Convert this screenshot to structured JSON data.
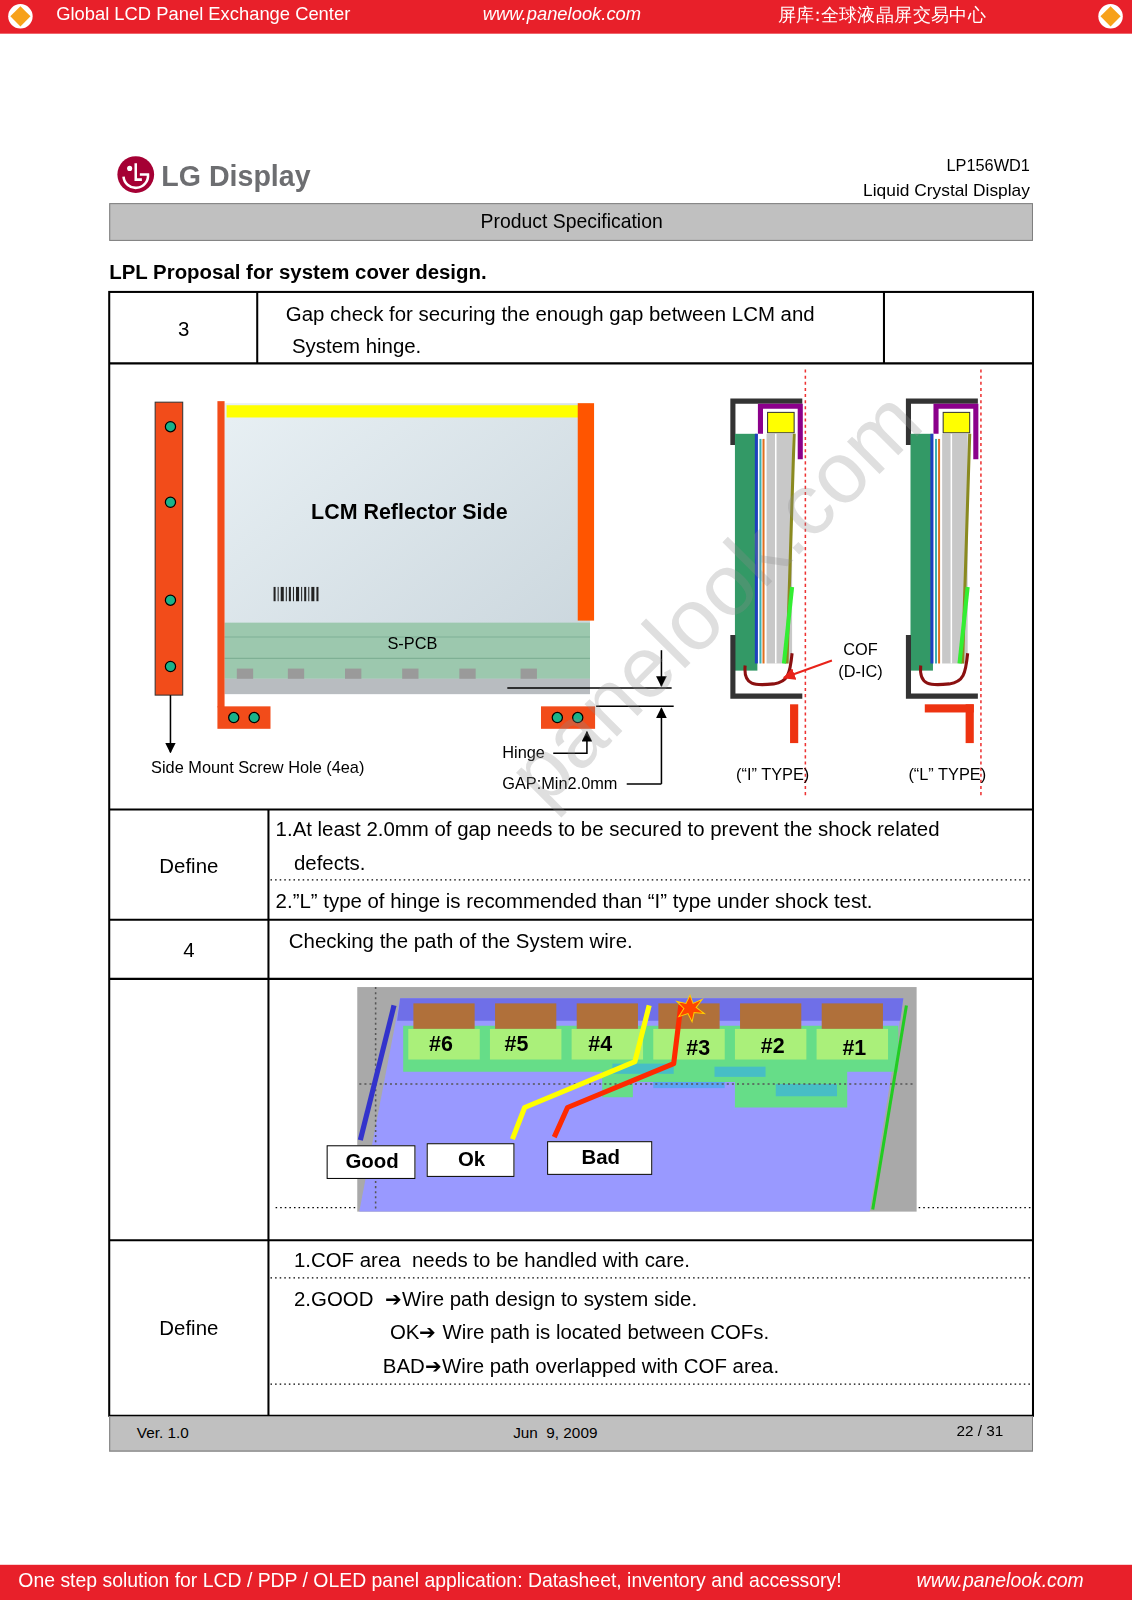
{
  "diagram": {
    "title": "LPL Proposal for system cover design.",
    "nodes": [
      {
        "text": [
          "Global LCD Panel Exchange Center",
          "www.panelook.com",
          "屏库:全球液晶屏交易中心"
        ]
      },
      {
        "text": [
          "Product Specification"
        ]
      },
      {
        "text": [
          "Good"
        ]
      },
      {
        "text": [
          "Ok"
        ]
      },
      {
        "text": [
          "Bad"
        ]
      },
      {
        "text": [
          "Ver. 1.0",
          "Jun  9, 2009",
          "22 / 31"
        ]
      },
      {
        "text": [
          "One step solution for LCD / PDP / OLED panel application: Datasheet, inventory and accessory!",
          "www.panelook.com"
        ]
      }
    ],
    "labels": [
      "LG Display",
      "LP156WD1",
      "Liquid Crystal Display",
      "3",
      "Gap check for securing the enough gap between LCM and System hinge.",
      "LCM Reflector Side",
      "S-PCB",
      "COF (D-IC)",
      "Side Mount Screw Hole (4ea)",
      "Hinge",
      "GAP:Min2.0mm",
      "(“I” TYPE)",
      "(“L” TYPE)",
      "panelook.com",
      "Define",
      "1.At least 2.0mm of gap needs to be secured to prevent the shock related defects.",
      "2.”L” type of hinge is recommended than “I” type under shock test.",
      "4",
      "Checking the path of the System wire.",
      "#6",
      "#5",
      "#4",
      "#3",
      "#2",
      "#1",
      "Define",
      "1.COF area  needs to be handled with care.",
      "2.GOOD  ➔Wire path design to system side.",
      "OK➔ Wire path is located between COFs.",
      "BAD➔Wire path overlapped with COF area."
    ]
  }
}
